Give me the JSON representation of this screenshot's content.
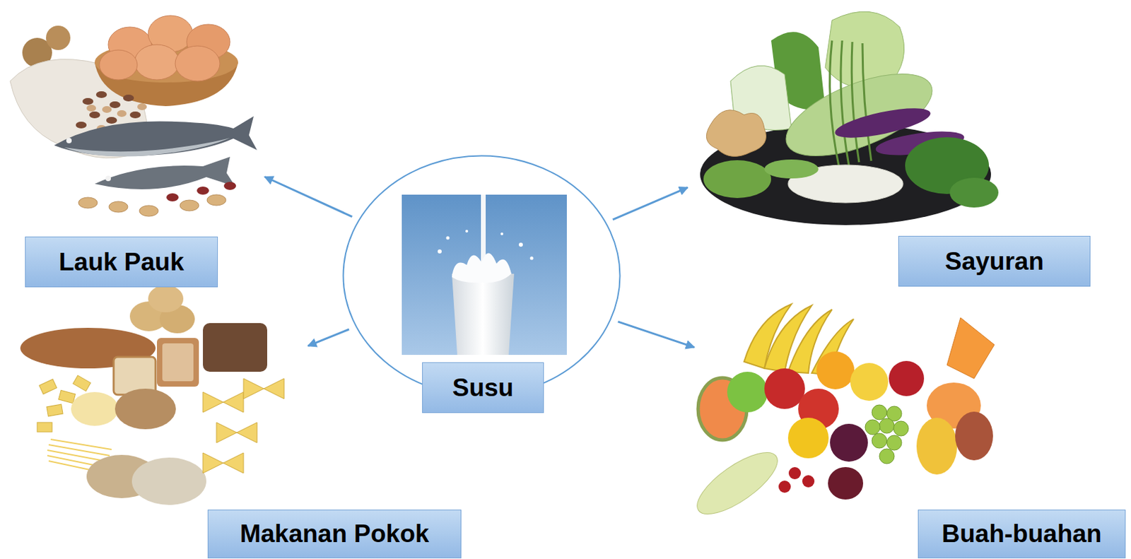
{
  "diagram": {
    "nodes": [
      {
        "text": [
          "Susu"
        ]
      },
      {
        "text": [
          "Lauk Pauk"
        ]
      },
      {
        "text": [
          "Sayuran"
        ]
      },
      {
        "text": [
          "Makanan Pokok"
        ]
      },
      {
        "text": [
          "Buah-buahan"
        ]
      }
    ],
    "edges": [
      {
        "from": 0,
        "to": 1,
        "arrow": "to"
      },
      {
        "from": 0,
        "to": 2,
        "arrow": "to"
      },
      {
        "from": 0,
        "to": 3,
        "arrow": "to"
      },
      {
        "from": 0,
        "to": 4,
        "arrow": "to"
      }
    ]
  }
}
